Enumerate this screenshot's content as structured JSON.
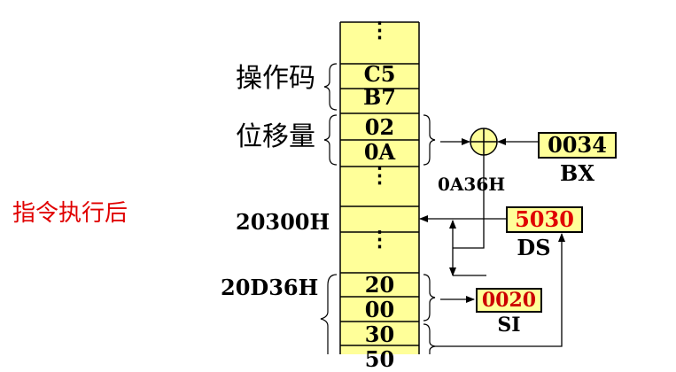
{
  "title": "指令执行后",
  "colors": {
    "title": "#e00000",
    "memory_fill": "#ffff99",
    "red_value": "#e00000",
    "dark_red_value": "#cc0000"
  },
  "labels": {
    "opcode": "操作码",
    "displacement": "位移量"
  },
  "memory": {
    "top_dots": "⋮",
    "opcode_bytes": [
      "C5",
      "B7"
    ],
    "displacement_bytes": [
      "02",
      "0A"
    ],
    "mid_dots": "⋮",
    "lower_dots": "⋮",
    "data_bytes": [
      "20",
      "00",
      "30",
      "50"
    ]
  },
  "addresses": {
    "ds_base": "20300H",
    "effective": "20D36H"
  },
  "sum_label": "0A36H",
  "registers": {
    "bx": {
      "value": "0034",
      "name": "BX"
    },
    "ds": {
      "value": "5030",
      "name": "DS"
    },
    "si": {
      "value": "0020",
      "name": "SI"
    }
  }
}
